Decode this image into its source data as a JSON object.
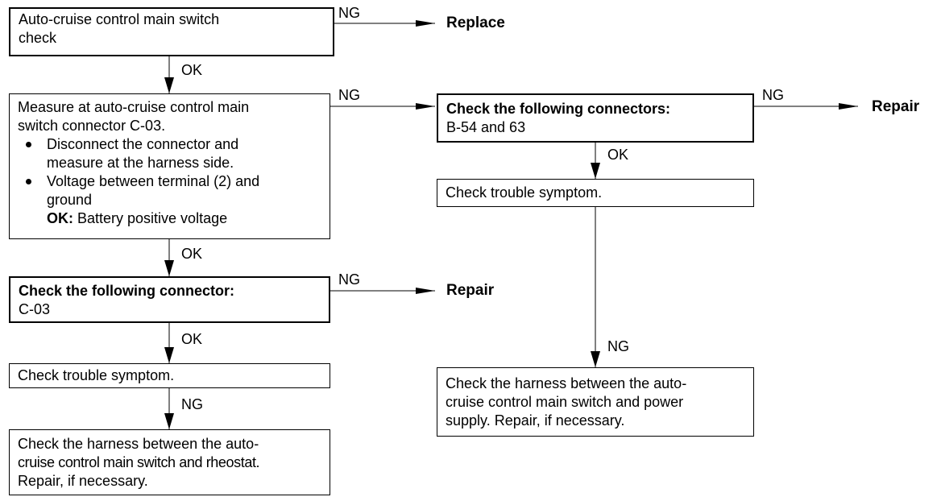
{
  "boxes": {
    "main_switch": {
      "lines": [
        "Auto-cruise control main switch",
        "check"
      ]
    },
    "measure": {
      "lines": [
        "Measure at auto-cruise control main",
        "switch connector C-03."
      ],
      "bullets": [
        {
          "lines": [
            "Disconnect the connector and",
            "measure at the harness side."
          ]
        },
        {
          "lines": [
            "Voltage between terminal (2) and",
            "ground"
          ]
        }
      ],
      "ok_label": "OK:",
      "ok_value": " Battery positive voltage"
    },
    "check_connector": {
      "title": "Check the following connector:",
      "value": "C-03"
    },
    "trouble_left": {
      "text": "Check trouble symptom."
    },
    "harness_rheostat": {
      "lines": [
        "Check the harness between the auto-",
        "cruise control main switch and rheostat.",
        "Repair, if necessary."
      ]
    },
    "check_connectors": {
      "title": "Check the following connectors:",
      "value": "B-54 and 63"
    },
    "trouble_right": {
      "text": "Check trouble symptom."
    },
    "harness_power": {
      "lines": [
        "Check the harness between the auto-",
        "cruise control main switch and power",
        "supply. Repair, if necessary."
      ]
    }
  },
  "terminals": {
    "replace": "Replace",
    "repair_top_right": "Repair",
    "repair_mid": "Repair"
  },
  "labels": {
    "ng": "NG",
    "ok": "OK"
  }
}
